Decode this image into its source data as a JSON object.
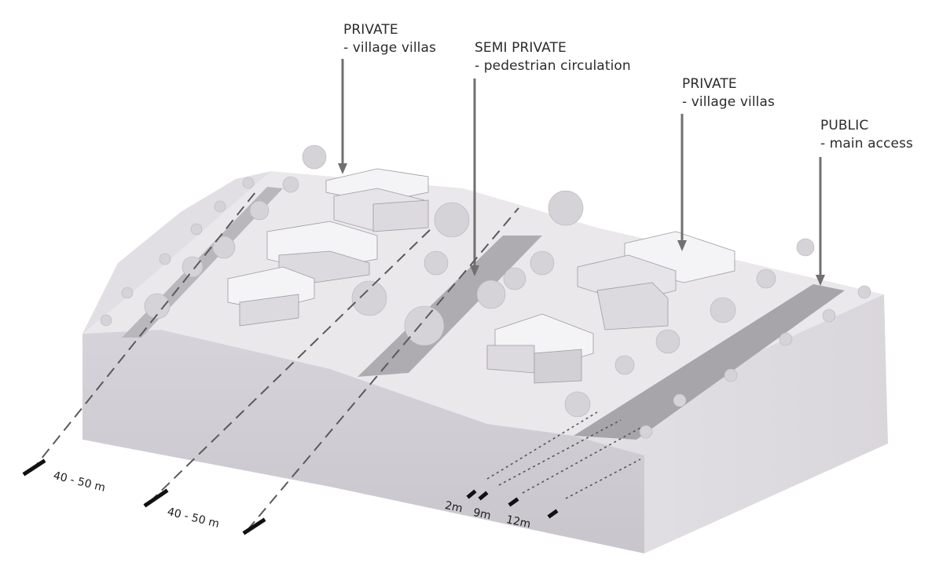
{
  "zones": [
    {
      "id": "private-1",
      "title": "PRIVATE",
      "subtitle": "- village villas"
    },
    {
      "id": "semi-private",
      "title": "SEMI PRIVATE",
      "subtitle": "- pedestrian circulation"
    },
    {
      "id": "private-2",
      "title": "PRIVATE",
      "subtitle": "- village villas"
    },
    {
      "id": "public",
      "title": "PUBLIC",
      "subtitle": "- main access"
    }
  ],
  "dimensions": {
    "left_strip_a": "40 - 50 m",
    "left_strip_b": "40 - 50 m",
    "narrow_2": "2m",
    "narrow_9": "9m",
    "road_12": "12m"
  },
  "colors": {
    "ground": "#e9e6ea",
    "ground_shade": "#dedbe0",
    "block_front": "#cfcbd3",
    "block_side": "#c4c0c8",
    "building_top": "#f3f2f4",
    "building_side": "#d8d5db",
    "road": "#a8a6ab",
    "tree": "#d4d2d6",
    "arrow": "#707070",
    "dash": "#555555"
  }
}
